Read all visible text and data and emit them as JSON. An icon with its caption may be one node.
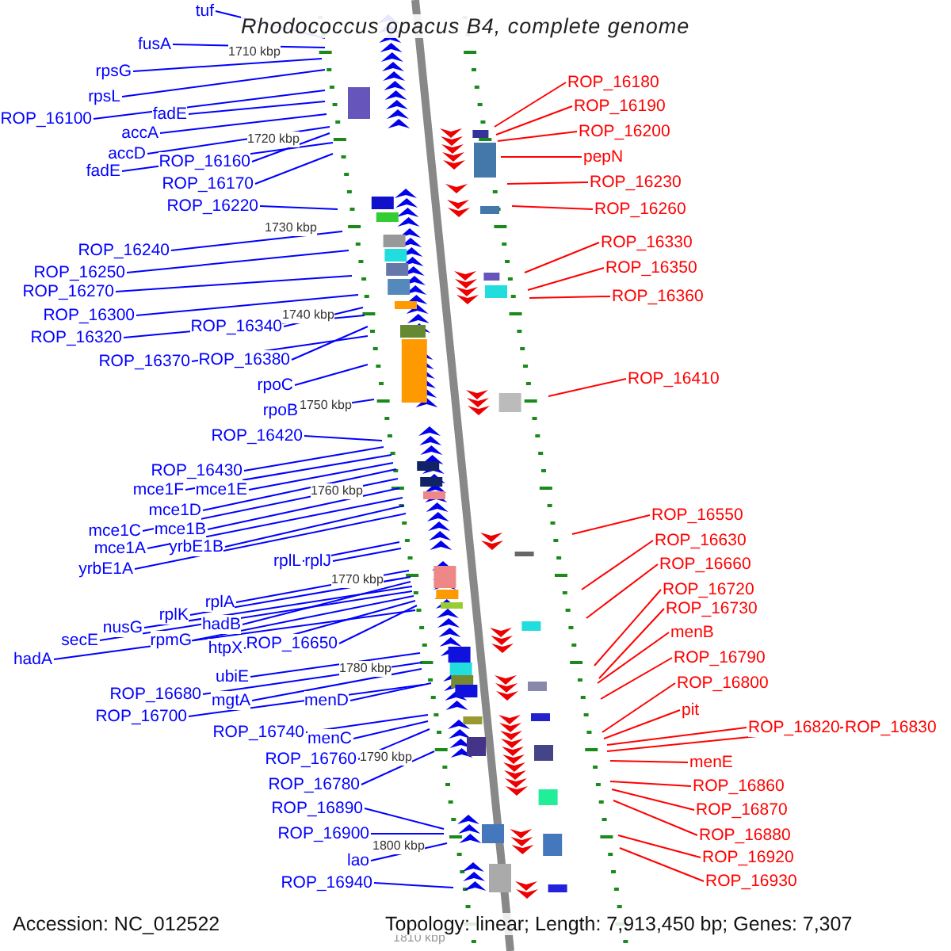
{
  "diagram": {
    "title": "Rhodococcus opacus B4, complete genome",
    "nodes": [
      {
        "text": [
          "tuf"
        ]
      },
      {
        "text": [
          "fusA"
        ]
      },
      {
        "text": [
          "rpsG"
        ]
      },
      {
        "text": [
          "rpsL"
        ]
      },
      {
        "text": [
          "ROP_16100"
        ]
      },
      {
        "text": [
          "fadE"
        ]
      },
      {
        "text": [
          "accA"
        ]
      },
      {
        "text": [
          "accD"
        ]
      },
      {
        "text": [
          "ROP_16160"
        ]
      },
      {
        "text": [
          "fadE"
        ]
      },
      {
        "text": [
          "ROP_16170"
        ]
      },
      {
        "text": [
          "ROP_16220"
        ]
      },
      {
        "text": [
          "ROP_16240"
        ]
      },
      {
        "text": [
          "ROP_16250"
        ]
      },
      {
        "text": [
          "ROP_16270"
        ]
      },
      {
        "text": [
          "ROP_16300"
        ]
      },
      {
        "text": [
          "ROP_16340"
        ]
      },
      {
        "text": [
          "ROP_16320"
        ]
      },
      {
        "text": [
          "ROP_16370"
        ]
      },
      {
        "text": [
          "ROP_16380"
        ]
      },
      {
        "text": [
          "rpoC"
        ]
      },
      {
        "text": [
          "rpoB"
        ]
      },
      {
        "text": [
          "ROP_16420"
        ]
      },
      {
        "text": [
          "ROP_16430"
        ]
      },
      {
        "text": [
          "mce1F"
        ]
      },
      {
        "text": [
          "mce1E"
        ]
      },
      {
        "text": [
          "mce1D"
        ]
      },
      {
        "text": [
          "mce1C"
        ]
      },
      {
        "text": [
          "mce1B"
        ]
      },
      {
        "text": [
          "mce1A"
        ]
      },
      {
        "text": [
          "yrbE1B"
        ]
      },
      {
        "text": [
          "yrbE1A"
        ]
      },
      {
        "text": [
          "rplL"
        ]
      },
      {
        "text": [
          "rplJ"
        ]
      },
      {
        "text": [
          "rplA"
        ]
      },
      {
        "text": [
          "rplK"
        ]
      },
      {
        "text": [
          "hadB"
        ]
      },
      {
        "text": [
          "nusG"
        ]
      },
      {
        "text": [
          "secE"
        ]
      },
      {
        "text": [
          "rpmG"
        ]
      },
      {
        "text": [
          "htpX"
        ]
      },
      {
        "text": [
          "ROP_16650"
        ]
      },
      {
        "text": [
          "hadA"
        ]
      },
      {
        "text": [
          "ubiE"
        ]
      },
      {
        "text": [
          "ROP_16680"
        ]
      },
      {
        "text": [
          "mgtA"
        ]
      },
      {
        "text": [
          "menD"
        ]
      },
      {
        "text": [
          "ROP_16700"
        ]
      },
      {
        "text": [
          "ROP_16740"
        ]
      },
      {
        "text": [
          "menC"
        ]
      },
      {
        "text": [
          "ROP_16760"
        ]
      },
      {
        "text": [
          "ROP_16780"
        ]
      },
      {
        "text": [
          "ROP_16890"
        ]
      },
      {
        "text": [
          "ROP_16900"
        ]
      },
      {
        "text": [
          "lao"
        ]
      },
      {
        "text": [
          "ROP_16940"
        ]
      },
      {
        "text": [
          "ROP_16180"
        ]
      },
      {
        "text": [
          "ROP_16190"
        ]
      },
      {
        "text": [
          "ROP_16200"
        ]
      },
      {
        "text": [
          "pepN"
        ]
      },
      {
        "text": [
          "ROP_16230"
        ]
      },
      {
        "text": [
          "ROP_16260"
        ]
      },
      {
        "text": [
          "ROP_16330"
        ]
      },
      {
        "text": [
          "ROP_16350"
        ]
      },
      {
        "text": [
          "ROP_16360"
        ]
      },
      {
        "text": [
          "ROP_16410"
        ]
      },
      {
        "text": [
          "ROP_16550"
        ]
      },
      {
        "text": [
          "ROP_16630"
        ]
      },
      {
        "text": [
          "ROP_16660"
        ]
      },
      {
        "text": [
          "ROP_16720"
        ]
      },
      {
        "text": [
          "ROP_16730"
        ]
      },
      {
        "text": [
          "menB"
        ]
      },
      {
        "text": [
          "ROP_16790"
        ]
      },
      {
        "text": [
          "ROP_16800"
        ]
      },
      {
        "text": [
          "pit"
        ]
      },
      {
        "text": [
          "ROP_16820"
        ]
      },
      {
        "text": [
          "ROP_16830"
        ]
      },
      {
        "text": [
          "menE"
        ]
      },
      {
        "text": [
          "ROP_16860"
        ]
      },
      {
        "text": [
          "ROP_16870"
        ]
      },
      {
        "text": [
          "ROP_16880"
        ]
      },
      {
        "text": [
          "ROP_16920"
        ]
      },
      {
        "text": [
          "ROP_16930"
        ]
      }
    ],
    "edges": [
      {
        "from": 0,
        "to": null,
        "arrow": "none"
      },
      {
        "from": 1,
        "to": null,
        "arrow": "none"
      },
      {
        "from": 2,
        "to": null,
        "arrow": "none"
      },
      {
        "from": 3,
        "to": null,
        "arrow": "none"
      },
      {
        "from": 4,
        "to": null,
        "arrow": "none"
      },
      {
        "from": 5,
        "to": null,
        "arrow": "none"
      },
      {
        "from": 6,
        "to": null,
        "arrow": "none"
      },
      {
        "from": 7,
        "to": null,
        "arrow": "none"
      },
      {
        "from": 8,
        "to": null,
        "arrow": "none"
      },
      {
        "from": 9,
        "to": null,
        "arrow": "none"
      },
      {
        "from": 10,
        "to": null,
        "arrow": "none"
      },
      {
        "from": 11,
        "to": null,
        "arrow": "none"
      },
      {
        "from": 12,
        "to": null,
        "arrow": "none"
      },
      {
        "from": 13,
        "to": null,
        "arrow": "none"
      },
      {
        "from": 14,
        "to": null,
        "arrow": "none"
      },
      {
        "from": 15,
        "to": null,
        "arrow": "none"
      },
      {
        "from": 16,
        "to": null,
        "arrow": "none"
      },
      {
        "from": 17,
        "to": null,
        "arrow": "none"
      },
      {
        "from": 18,
        "to": null,
        "arrow": "none"
      },
      {
        "from": 19,
        "to": null,
        "arrow": "none"
      },
      {
        "from": 20,
        "to": null,
        "arrow": "none"
      },
      {
        "from": 21,
        "to": null,
        "arrow": "none"
      },
      {
        "from": 22,
        "to": null,
        "arrow": "none"
      },
      {
        "from": 23,
        "to": null,
        "arrow": "none"
      },
      {
        "from": 24,
        "to": null,
        "arrow": "none"
      },
      {
        "from": 25,
        "to": null,
        "arrow": "none"
      },
      {
        "from": 26,
        "to": null,
        "arrow": "none"
      },
      {
        "from": 27,
        "to": null,
        "arrow": "none"
      },
      {
        "from": 28,
        "to": null,
        "arrow": "none"
      },
      {
        "from": 29,
        "to": null,
        "arrow": "none"
      },
      {
        "from": 30,
        "to": null,
        "arrow": "none"
      },
      {
        "from": 31,
        "to": null,
        "arrow": "none"
      },
      {
        "from": 32,
        "to": null,
        "arrow": "none"
      },
      {
        "from": 33,
        "to": null,
        "arrow": "none"
      },
      {
        "from": 34,
        "to": null,
        "arrow": "none"
      },
      {
        "from": 35,
        "to": null,
        "arrow": "none"
      },
      {
        "from": 36,
        "to": null,
        "arrow": "none"
      },
      {
        "from": 37,
        "to": null,
        "arrow": "none"
      },
      {
        "from": 38,
        "to": null,
        "arrow": "none"
      },
      {
        "from": 39,
        "to": null,
        "arrow": "none"
      },
      {
        "from": 40,
        "to": null,
        "arrow": "none"
      },
      {
        "from": 41,
        "to": null,
        "arrow": "none"
      },
      {
        "from": 42,
        "to": null,
        "arrow": "none"
      },
      {
        "from": 43,
        "to": null,
        "arrow": "none"
      },
      {
        "from": 44,
        "to": null,
        "arrow": "none"
      },
      {
        "from": 45,
        "to": null,
        "arrow": "none"
      },
      {
        "from": 46,
        "to": null,
        "arrow": "none"
      },
      {
        "from": 47,
        "to": null,
        "arrow": "none"
      },
      {
        "from": 48,
        "to": null,
        "arrow": "none"
      },
      {
        "from": 49,
        "to": null,
        "arrow": "none"
      },
      {
        "from": 50,
        "to": null,
        "arrow": "none"
      },
      {
        "from": 51,
        "to": null,
        "arrow": "none"
      },
      {
        "from": 52,
        "to": null,
        "arrow": "none"
      },
      {
        "from": 53,
        "to": null,
        "arrow": "none"
      },
      {
        "from": 54,
        "to": null,
        "arrow": "none"
      },
      {
        "from": 55,
        "to": null,
        "arrow": "none"
      },
      {
        "from": 56,
        "to": null,
        "arrow": "none",
        "color": "#ff0000"
      },
      {
        "from": 57,
        "to": null,
        "arrow": "none",
        "color": "#ff0000"
      },
      {
        "from": 58,
        "to": null,
        "arrow": "none",
        "color": "#ff0000"
      },
      {
        "from": 59,
        "to": null,
        "arrow": "none",
        "color": "#ff0000"
      },
      {
        "from": 60,
        "to": null,
        "arrow": "none",
        "color": "#ff0000"
      },
      {
        "from": 61,
        "to": null,
        "arrow": "none",
        "color": "#ff0000"
      },
      {
        "from": 62,
        "to": null,
        "arrow": "none",
        "color": "#ff0000"
      },
      {
        "from": 63,
        "to": null,
        "arrow": "none",
        "color": "#ff0000"
      },
      {
        "from": 64,
        "to": null,
        "arrow": "none",
        "color": "#ff0000"
      },
      {
        "from": 65,
        "to": null,
        "arrow": "none",
        "color": "#ff0000"
      },
      {
        "from": 66,
        "to": null,
        "arrow": "none",
        "color": "#ff0000"
      },
      {
        "from": 67,
        "to": null,
        "arrow": "none",
        "color": "#ff0000"
      },
      {
        "from": 68,
        "to": null,
        "arrow": "none",
        "color": "#ff0000"
      },
      {
        "from": 69,
        "to": null,
        "arrow": "none",
        "color": "#ff0000"
      },
      {
        "from": 70,
        "to": null,
        "arrow": "none",
        "color": "#ff0000"
      },
      {
        "from": 71,
        "to": null,
        "arrow": "none",
        "color": "#ff0000"
      },
      {
        "from": 72,
        "to": null,
        "arrow": "none",
        "color": "#ff0000"
      },
      {
        "from": 73,
        "to": null,
        "arrow": "none",
        "color": "#ff0000"
      },
      {
        "from": 74,
        "to": null,
        "arrow": "none",
        "color": "#ff0000"
      },
      {
        "from": 75,
        "to": null,
        "arrow": "none",
        "color": "#ff0000"
      },
      {
        "from": 76,
        "to": null,
        "arrow": "none",
        "color": "#ff0000"
      },
      {
        "from": 77,
        "to": null,
        "arrow": "none",
        "color": "#ff0000"
      },
      {
        "from": 78,
        "to": null,
        "arrow": "none",
        "color": "#ff0000"
      },
      {
        "from": 79,
        "to": null,
        "arrow": "none",
        "color": "#ff0000"
      },
      {
        "from": 80,
        "to": null,
        "arrow": "none",
        "color": "#ff0000"
      },
      {
        "from": 81,
        "to": null,
        "arrow": "none",
        "color": "#ff0000"
      },
      {
        "from": 82,
        "to": null,
        "arrow": "none",
        "color": "#ff0000"
      }
    ],
    "labels": [
      "1710 kbp",
      "1720 kbp",
      "1730 kbp",
      "1740 kbp",
      "1750 kbp",
      "1760 kbp",
      "1770 kbp",
      "1780 kbp",
      "1790 kbp",
      "1800 kbp",
      "Accession: NC_012522",
      "Topology: linear; Length: 7,913,450 bp; Genes: 7,307",
      "1810 kbp"
    ]
  }
}
